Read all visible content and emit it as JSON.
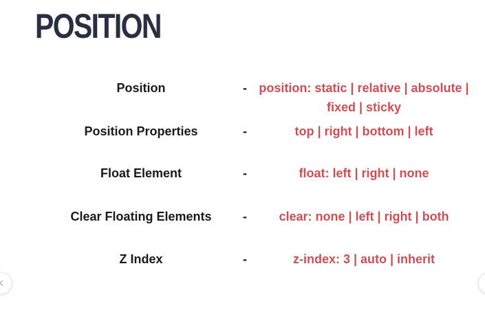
{
  "slide": {
    "title": "POSITION",
    "rows": [
      {
        "label": "Position",
        "dash": "-",
        "value": "position: static | relative | absolute | fixed | sticky"
      },
      {
        "label": "Position Properties",
        "dash": "-",
        "value": "top | right | bottom | left"
      },
      {
        "label": "Float Element",
        "dash": "-",
        "value": "float: left | right | none"
      },
      {
        "label": "Clear Floating Elements",
        "dash": "-",
        "value": "clear: none | left | right | both"
      },
      {
        "label": "Z Index",
        "dash": "-",
        "value": "z-index: 3 | auto | inherit"
      }
    ]
  },
  "navigation": {
    "prev_icon": "chevron-left-icon",
    "next_icon": "chevron-right-icon"
  },
  "colors": {
    "title": "#2b2d42",
    "label": "#1a1a1a",
    "value": "#cd4f55",
    "background": "#ffffff"
  }
}
